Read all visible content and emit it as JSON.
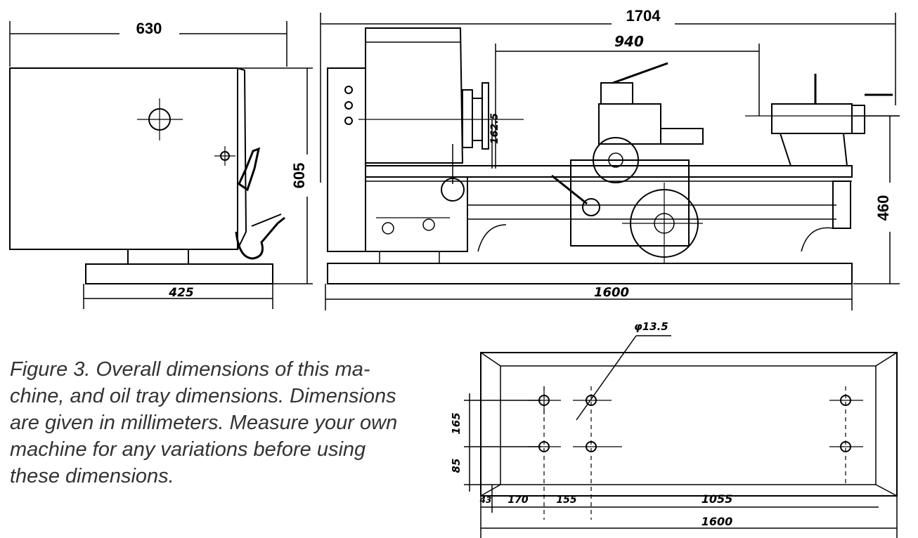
{
  "figure": {
    "caption_lines": [
      "Figure 3. Overall dimensions of this ma-",
      "chine, and oil tray dimensions. Dimensions",
      "are given in millimeters. Measure your own",
      "machine for any variations before using",
      "these dimensions."
    ]
  },
  "side_view": {
    "width_top": "630",
    "height": "605",
    "base_width": "425"
  },
  "front_view": {
    "overall_length": "1704",
    "between_centers": "940",
    "center_height": "162.5",
    "height": "460",
    "base_length": "1600"
  },
  "oil_tray": {
    "hole_dia": "φ13.5",
    "row_spacing": "165",
    "bottom_offset": "85",
    "x_offsets": [
      "43",
      "170",
      "155",
      "1055"
    ],
    "overall_length": "1600"
  }
}
